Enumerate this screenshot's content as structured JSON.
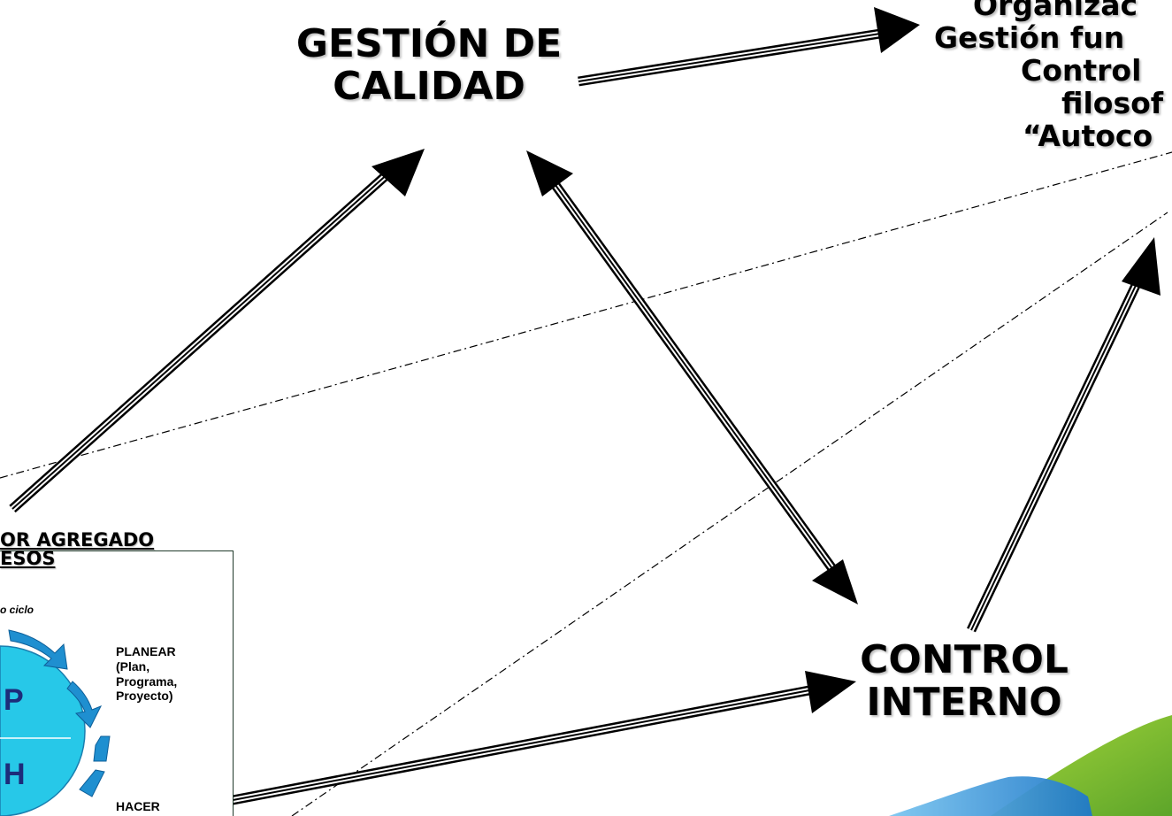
{
  "nodes": {
    "gestion": [
      "GESTIÓN DE",
      "CALIDAD"
    ],
    "control": [
      "CONTROL",
      "INTERNO"
    ],
    "organizacion": [
      "Organizac",
      "Gestión fun",
      "Control",
      "filosof",
      "“Autoco"
    ]
  },
  "inset": {
    "heading": [
      "OR AGREGADO",
      "ESOS"
    ],
    "caption": "o ciclo",
    "planear": [
      "PLANEAR",
      "(Plan,",
      "Programa,",
      "Proyecto)"
    ],
    "hacer": "HACER",
    "letters": [
      "P",
      "H"
    ]
  },
  "colors": {
    "cycle_fill": "#27c8e8",
    "cycle_arrow": "#1f8fd0",
    "letter": "#1d2b7a",
    "brand_green": "#7dbf2a",
    "brand_blue": "#2a86d8"
  }
}
